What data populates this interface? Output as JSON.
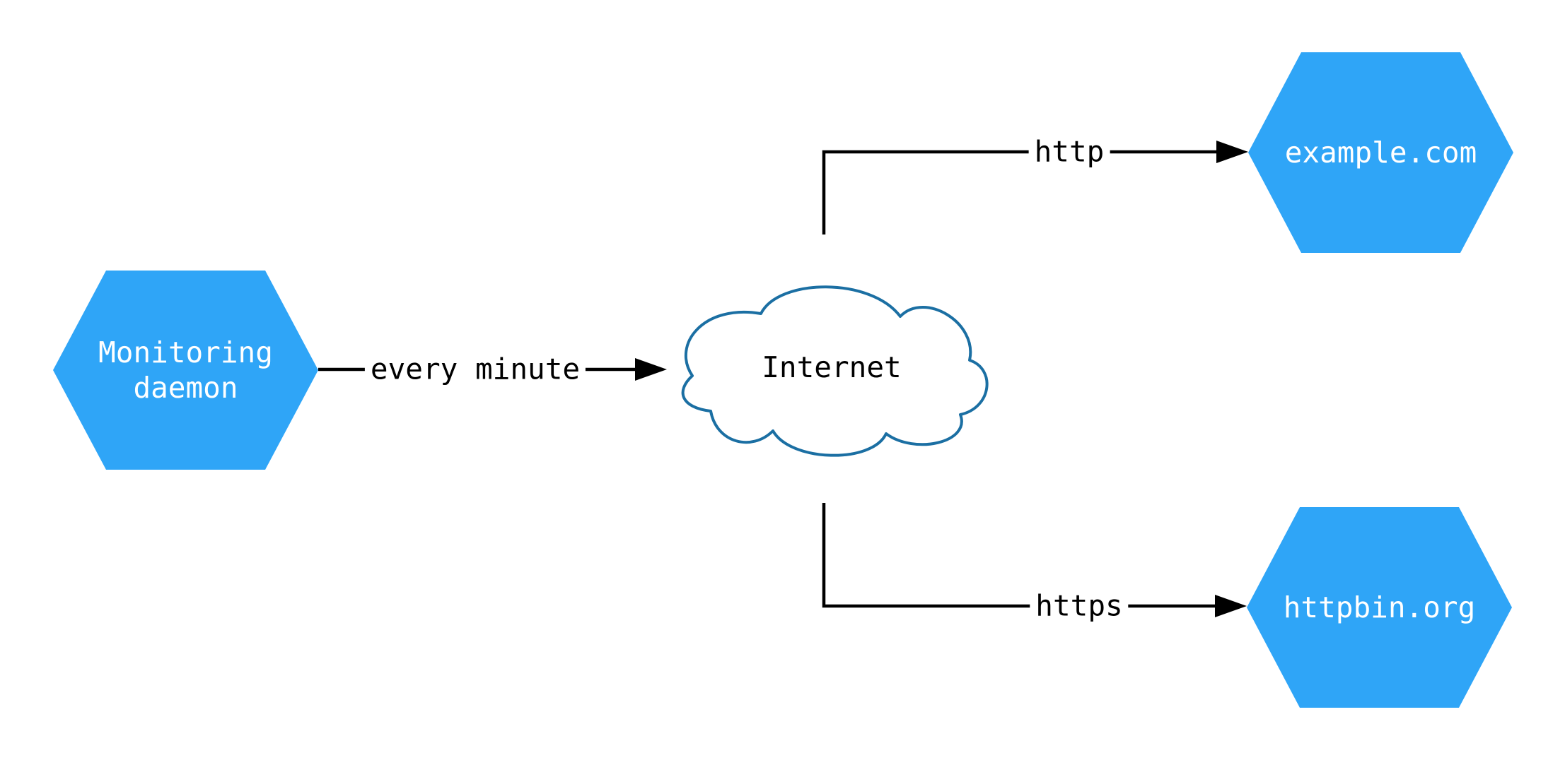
{
  "diagram": {
    "nodes": {
      "monitoring_daemon": {
        "label": "Monitoring\ndaemon",
        "shape": "hexagon"
      },
      "internet": {
        "label": "Internet",
        "shape": "cloud"
      },
      "example_com": {
        "label": "example.com",
        "shape": "hexagon"
      },
      "httpbin_org": {
        "label": "httpbin.org",
        "shape": "hexagon"
      }
    },
    "edges": {
      "every_minute": {
        "label": "every minute",
        "from": "monitoring_daemon",
        "to": "internet"
      },
      "http": {
        "label": "http",
        "from": "internet",
        "to": "example_com"
      },
      "https": {
        "label": "https",
        "from": "internet",
        "to": "httpbin_org"
      }
    },
    "colors": {
      "node_fill": "#2FA5F7",
      "node_text": "#FFFFFF",
      "cloud_stroke": "#1B6FA3",
      "cloud_fill": "#FFFFFF",
      "edge_color": "#000000",
      "label_text": "#000000",
      "background": "#FFFFFF"
    }
  }
}
